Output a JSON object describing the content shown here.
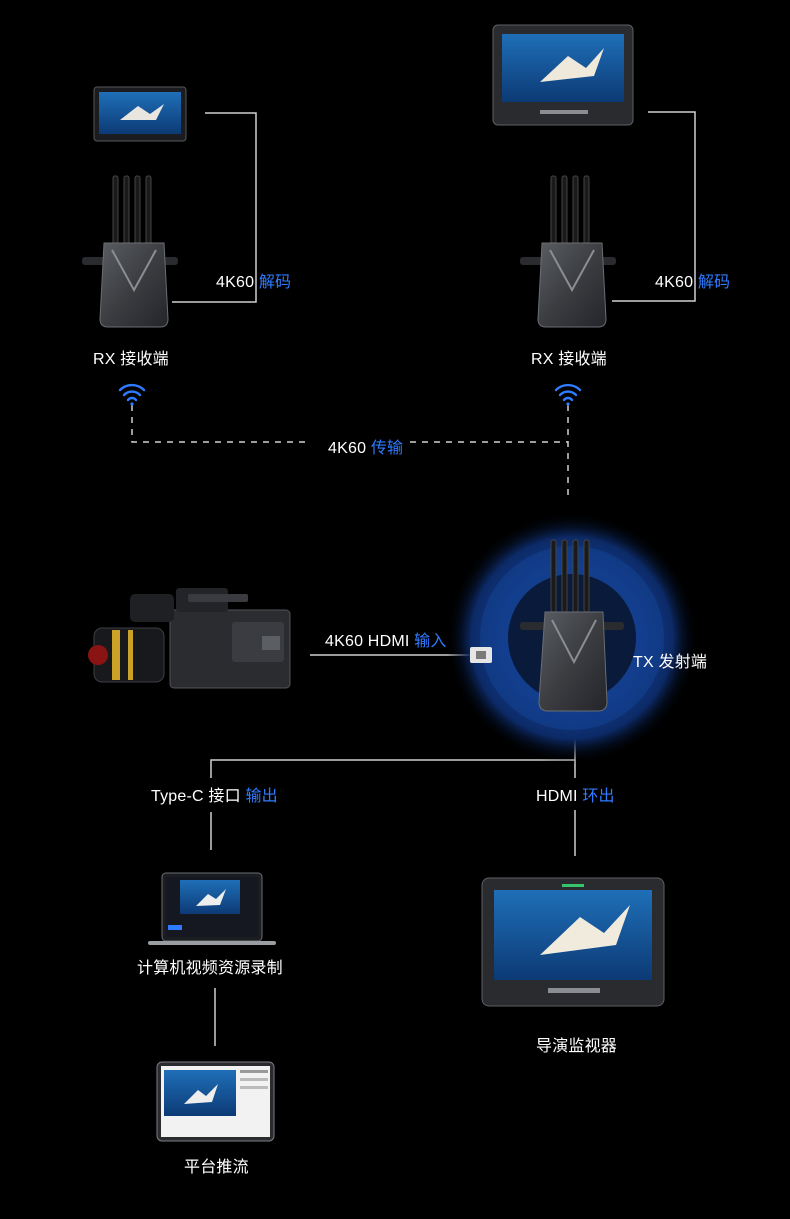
{
  "colors": {
    "background": "#000000",
    "accent": "#2f7bff",
    "line": "#cfcfcf",
    "halo": "#1e5bd6"
  },
  "rx_left": {
    "label": "RX 接收端",
    "decode_main": "4K60",
    "decode_accent": "解码"
  },
  "rx_right": {
    "label": "RX 接收端",
    "decode_main": "4K60",
    "decode_accent": "解码"
  },
  "transmission": {
    "main": "4K60",
    "accent": "传输"
  },
  "hdmi_in": {
    "main": "4K60 HDMI",
    "accent": "输入"
  },
  "tx": {
    "label": "TX 发射端"
  },
  "typec": {
    "main": "Type-C 接口",
    "accent": "输出"
  },
  "hdmi_loop": {
    "main": "HDMI",
    "accent": "环出"
  },
  "computer": {
    "label": "计算机视频资源录制"
  },
  "director_monitor": {
    "label": "导演监视器"
  },
  "streaming": {
    "label": "平台推流"
  },
  "icons": [
    "wifi-icon",
    "wifi-icon",
    "hdmi-port-icon",
    "antenna-icon"
  ]
}
